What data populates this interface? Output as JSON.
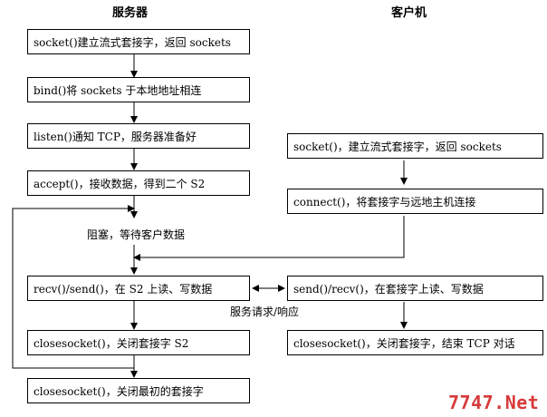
{
  "headers": {
    "server": "服务器",
    "client": "客户机"
  },
  "server_steps": [
    "socket()建立流式套接字，返回 sockets",
    "bind()将 sockets 于本地地址相连",
    "listen()通知 TCP，服务器准备好",
    "accept()，接收数据，得到二个 S2",
    "recv()/send()，在 S2 上读、写数据",
    "closesocket()，关闭套接字 S2",
    "closesocket()，关闭最初的套接字"
  ],
  "client_steps": [
    "socket()，建立流式套接字，返回 sockets",
    "connect()，将套接字与远地主机连接",
    "send()/recv()，在套接字上读、写数据",
    "closesocket()，关闭套接字，结束 TCP 对话"
  ],
  "labels": {
    "blocking": "阻塞，等待客户数据",
    "service": "服务请求/响应"
  },
  "watermark": "7747.Net"
}
